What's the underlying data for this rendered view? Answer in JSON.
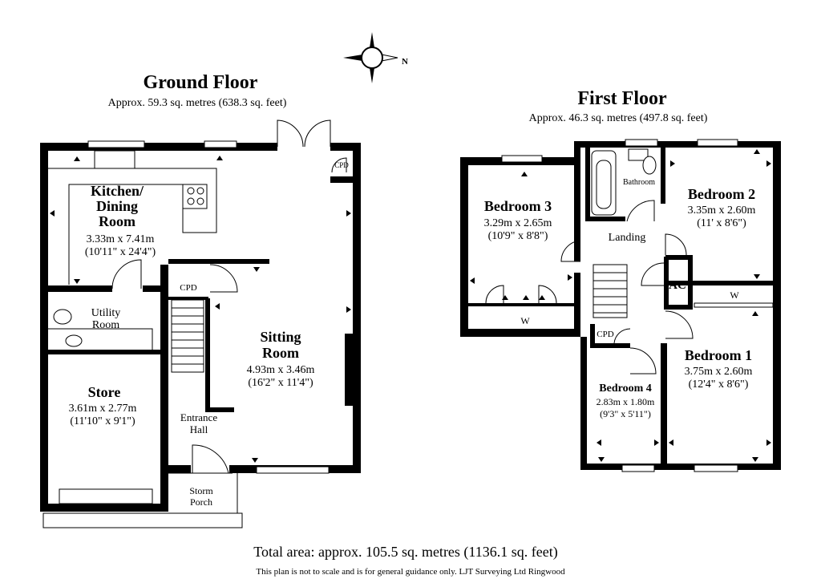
{
  "compass": {
    "north_label": "N"
  },
  "ground_floor": {
    "title": "Ground Floor",
    "area": "Approx. 59.3 sq. metres (638.3 sq. feet)",
    "rooms": {
      "kitchen": {
        "name1": "Kitchen/",
        "name2": "Dining",
        "name3": "Room",
        "metric": "3.33m x 7.41m",
        "imperial": "(10'11\" x 24'4\")"
      },
      "utility": {
        "name1": "Utility",
        "name2": "Room"
      },
      "store": {
        "name": "Store",
        "metric": "3.61m x 2.77m",
        "imperial": "(11'10\" x 9'1\")"
      },
      "sitting": {
        "name1": "Sitting",
        "name2": "Room",
        "metric": "4.93m x 3.46m",
        "imperial": "(16'2\" x 11'4\")"
      },
      "entrance": {
        "name1": "Entrance",
        "name2": "Hall"
      },
      "porch": {
        "name1": "Storm",
        "name2": "Porch"
      },
      "cpd_hall": "CPD",
      "cpd_sitting": "CPD"
    }
  },
  "first_floor": {
    "title": "First Floor",
    "area": "Approx. 46.3 sq. metres (497.8 sq. feet)",
    "rooms": {
      "bedroom3": {
        "name": "Bedroom 3",
        "metric": "3.29m x 2.65m",
        "imperial": "(10'9\" x 8'8\")"
      },
      "bathroom": {
        "name": "Bathroom"
      },
      "bedroom2": {
        "name": "Bedroom 2",
        "metric": "3.35m x 2.60m",
        "imperial": "(11' x 8'6\")"
      },
      "landing": {
        "name": "Landing"
      },
      "ac": "AC",
      "wardrobe_b3": "W",
      "wardrobe_b1": "W",
      "cpd": "CPD",
      "bedroom1": {
        "name": "Bedroom 1",
        "metric": "3.75m x 2.60m",
        "imperial": "(12'4\" x 8'6\")"
      },
      "bedroom4": {
        "name": "Bedroom 4",
        "metric": "2.83m x 1.80m",
        "imperial": "(9'3\" x 5'11\")"
      }
    }
  },
  "total_area": "Total area: approx. 105.5 sq. metres (1136.1 sq. feet)",
  "disclaimer": "This plan is not to scale and is for general guidance only. LJT Surveying Ltd Ringwood"
}
